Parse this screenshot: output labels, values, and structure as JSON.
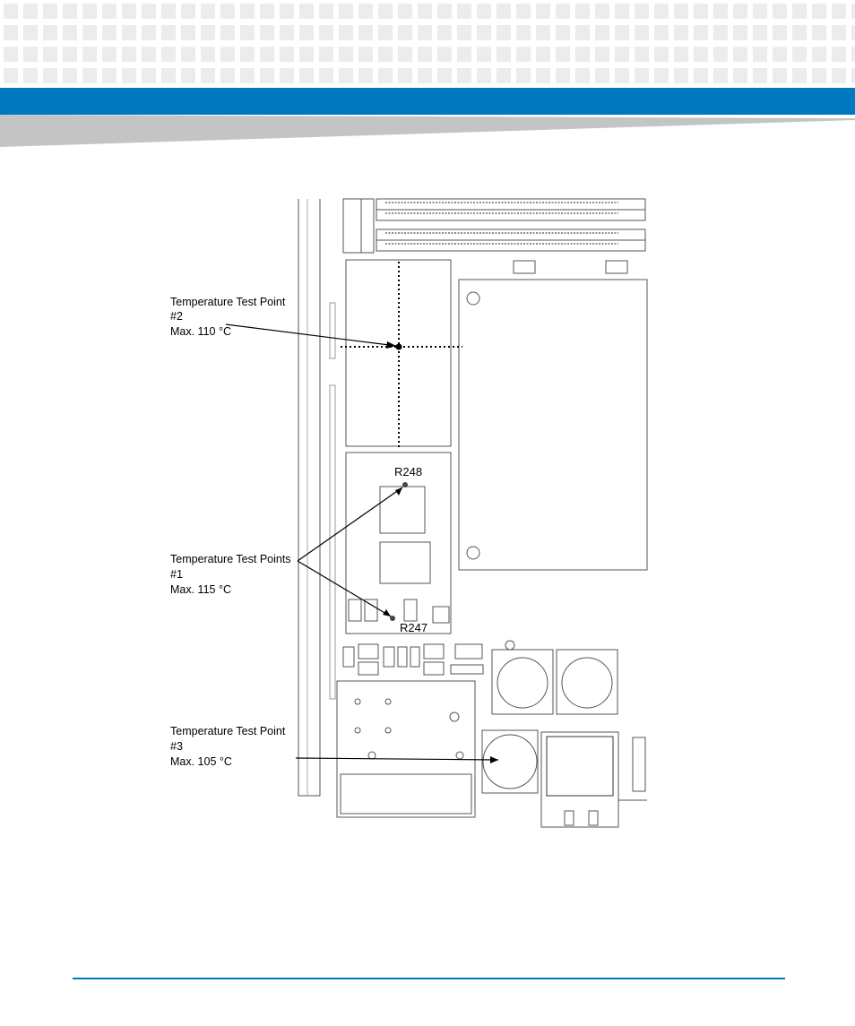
{
  "figure": {
    "callouts": [
      {
        "lines": [
          "Temperature Test Point",
          "#2",
          "Max. 110 °C"
        ]
      },
      {
        "lines": [
          "Temperature Test Points",
          "#1",
          "Max. 115 °C"
        ]
      },
      {
        "lines": [
          "Temperature Test Point",
          "#3",
          "Max. 105 °C"
        ]
      }
    ],
    "refs": {
      "r248": "R248",
      "r247": "R247"
    }
  }
}
